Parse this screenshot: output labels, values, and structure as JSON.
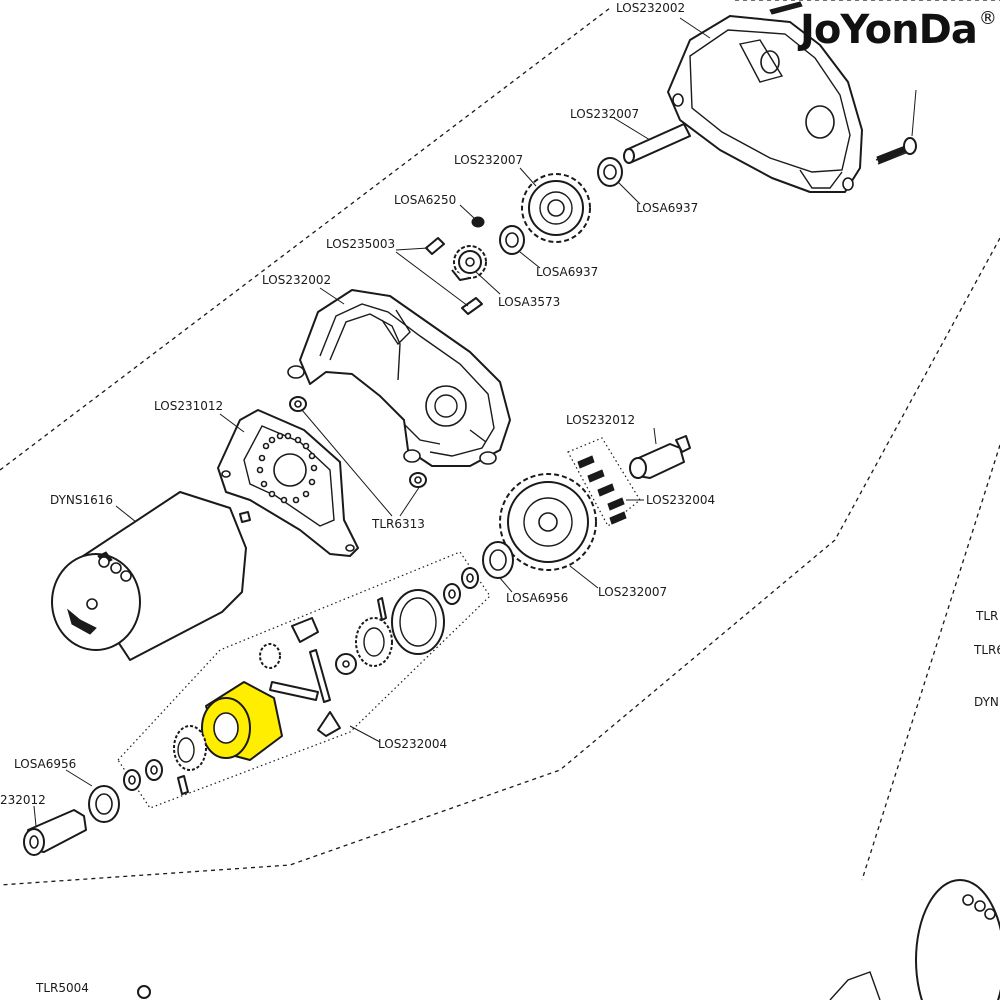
{
  "brand": {
    "name": "JoYonDa",
    "mark": "®"
  },
  "colors": {
    "highlight": "#ffee00",
    "line": "#1a1a1a",
    "background": "#ffffff"
  },
  "labels": {
    "los232002_top": "LOS232002",
    "los232007_pin": "LOS232007",
    "los232007_gear_top": "LOS232007",
    "losa6937_a": "LOSA6937",
    "losa6937_b": "LOSA6937",
    "losa6250": "LOSA6250",
    "los235003": "LOS235003",
    "losa3573": "LOSA3573",
    "los232002_mid": "LOS232002",
    "los231012": "LOS231012",
    "tlr6313": "TLR6313",
    "dyns1616": "DYNS1616",
    "los232012_right": "LOS232012",
    "los232004_screws": "LOS232004",
    "losa6956_right": "LOSA6956",
    "los232007_spur": "LOS232007",
    "los232004_diff": "LOS232004",
    "losa6956_left": "LOSA6956",
    "los232012_left": "232012",
    "tlr_edge_1": "TLR",
    "tlr_edge_2": "TLR6",
    "dyn_edge": "DYN",
    "tlr_bottom": "TLR5004"
  }
}
